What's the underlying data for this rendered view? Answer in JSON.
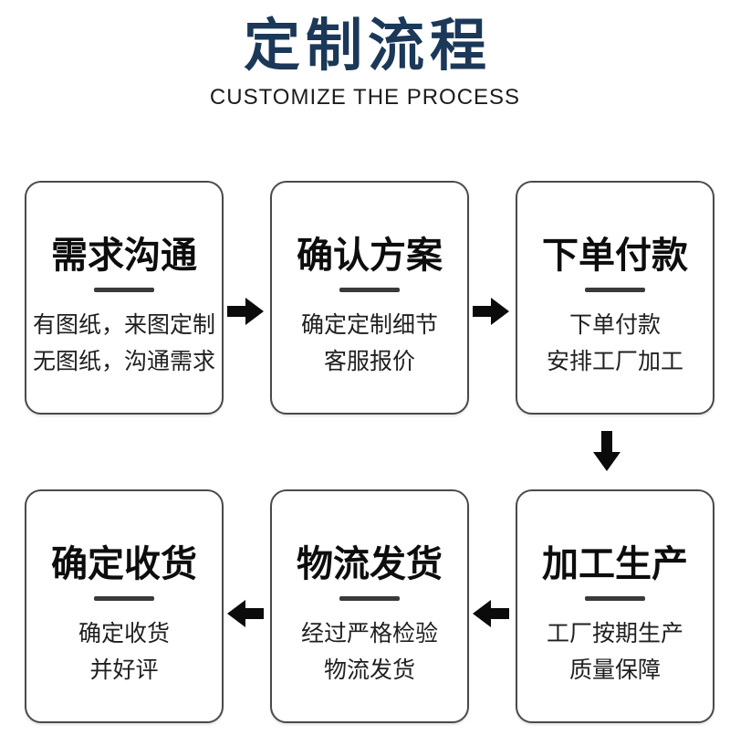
{
  "header": {
    "title": "定制流程",
    "subtitle": "CUSTOMIZE THE PROCESS"
  },
  "steps": [
    {
      "title": "需求沟通",
      "lines": [
        "有图纸，来图定制",
        "无图纸，沟通需求"
      ]
    },
    {
      "title": "确认方案",
      "lines": [
        "确定定制细节",
        "客服报价"
      ]
    },
    {
      "title": "下单付款",
      "lines": [
        "下单付款",
        "安排工厂加工"
      ]
    },
    {
      "title": "加工生产",
      "lines": [
        "工厂按期生产",
        "质量保障"
      ]
    },
    {
      "title": "物流发货",
      "lines": [
        "经过严格检验",
        "物流发货"
      ]
    },
    {
      "title": "确定收货",
      "lines": [
        "确定收货",
        "并好评"
      ]
    }
  ],
  "colors": {
    "title_navy": "#1b3858",
    "text_black": "#111111",
    "arrow_black": "#0b0b0b",
    "box_border": "#4a4a4a"
  }
}
